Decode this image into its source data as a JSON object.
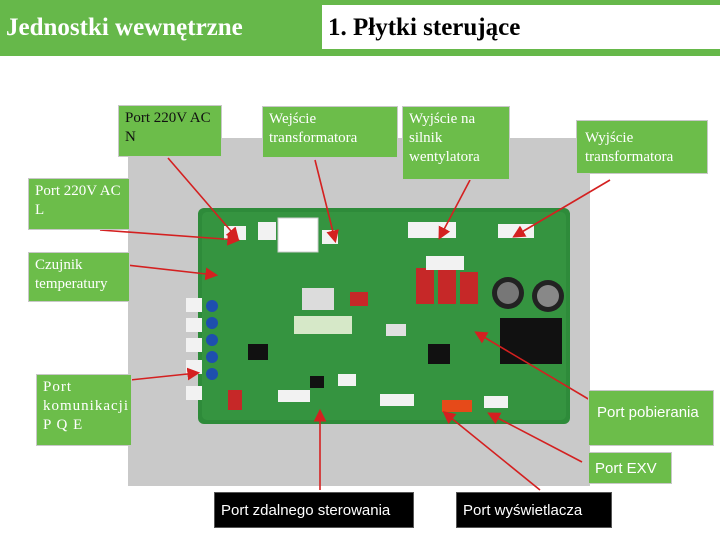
{
  "slide": {
    "title_left": "Jednostki wewnętrzne",
    "title_right": "1. Płytki sterujące"
  },
  "labels": {
    "port_220v_n": "Port 220V AC N",
    "wejscie_transformatora": "Wejście transformatora",
    "wyjscie_silnik": "Wyjście na silnik wentylatora",
    "wyjscie_transformatora": "Wyjście transformatora",
    "port_220v_l": "Port 220V AC L",
    "czujnik": "Czujnik temperatury",
    "port_komunikacji": "Port komunikacji P Q E",
    "port_pobierania": "Port pobierania",
    "port_exv": "Port EXV",
    "port_zdalnego": "Port zdalnego sterowania",
    "port_wyswietlacza": "Port wyświetlacza"
  },
  "colors": {
    "header_green": "#66b84a",
    "label_green": "#6cbd4a",
    "arrow_red": "#d42020",
    "board_green": "#2e8b3a"
  }
}
